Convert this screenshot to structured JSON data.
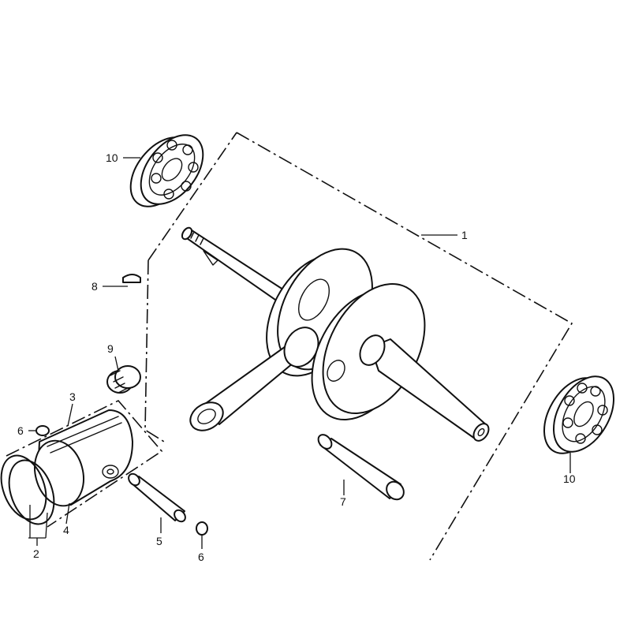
{
  "diagram": {
    "parts": [
      {
        "id": "crankshaft",
        "number": "1"
      },
      {
        "id": "piston-ring-set",
        "number": "2"
      },
      {
        "id": "piston",
        "number": "3"
      },
      {
        "id": "piston-inner",
        "number": "4"
      },
      {
        "id": "piston-pin",
        "number": "5"
      },
      {
        "id": "pin-clip-left",
        "number": "6"
      },
      {
        "id": "pin-clip-right",
        "number": "6"
      },
      {
        "id": "crank-pin",
        "number": "7"
      },
      {
        "id": "woodruff-key",
        "number": "8"
      },
      {
        "id": "needle-bearing",
        "number": "9"
      },
      {
        "id": "ball-bearing-top",
        "number": "10"
      },
      {
        "id": "ball-bearing-right",
        "number": "10"
      }
    ]
  }
}
